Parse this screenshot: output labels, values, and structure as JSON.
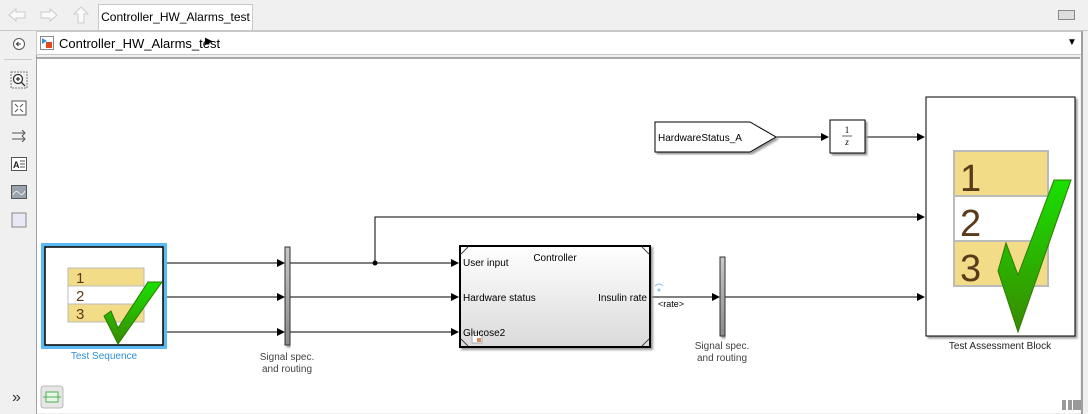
{
  "toolbar": {
    "back_icon": "arrow-left-icon",
    "forward_icon": "arrow-right-icon",
    "up_icon": "arrow-up-icon",
    "tab_label": "Controller_HW_Alarms_test",
    "keyboard_icon": "keyboard-icon"
  },
  "breadcrumb": {
    "model_icon": "simulink-model-icon",
    "path": "Controller_HW_Alarms_test",
    "expand_arrow": "▶",
    "dropdown_arrow": "▼"
  },
  "palette": {
    "items": [
      {
        "name": "hide-browser-icon"
      },
      {
        "name": "zoom-icon"
      },
      {
        "name": "fit-to-view-icon"
      },
      {
        "name": "route-lines-icon"
      },
      {
        "name": "annotation-icon"
      },
      {
        "name": "image-icon"
      },
      {
        "name": "area-icon"
      }
    ],
    "expand_label": "»"
  },
  "diagram": {
    "test_sequence": {
      "label": "Test Sequence",
      "rows": [
        "1",
        "2",
        "3"
      ]
    },
    "bus1": {
      "label_line1": "Signal spec.",
      "label_line2": "and routing"
    },
    "controller": {
      "title": "Controller",
      "inputs": [
        "User input",
        "Hardware status",
        "Glucose2"
      ],
      "output": "Insulin rate",
      "signal_name": "<rate>"
    },
    "bus2": {
      "label_line1": "Signal spec.",
      "label_line2": "and routing"
    },
    "from_block": {
      "label": "HardwareStatus_A"
    },
    "delay": {
      "numerator": "1",
      "denominator": "z"
    },
    "test_assessment": {
      "label": "Test Assessment Block",
      "rows": [
        "1",
        "2",
        "3"
      ]
    }
  },
  "colors": {
    "row_yellow": "#f3dc87",
    "check_green": "#3aa800",
    "selection_blue": "#5db9f2",
    "label_blue": "#2f8fd8"
  }
}
